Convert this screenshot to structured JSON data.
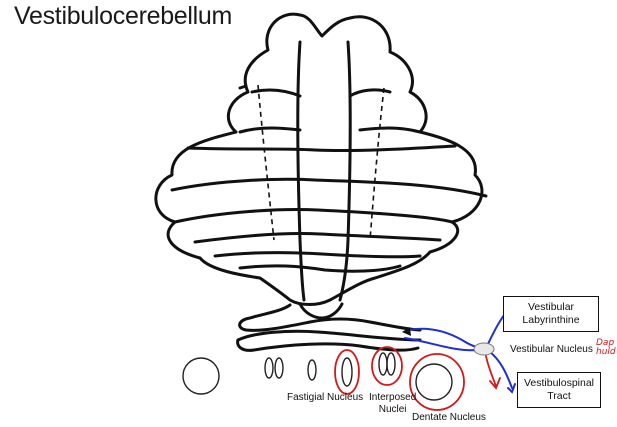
{
  "title": "Vestibulocerebellum",
  "boxes": {
    "vestibular_labyrinthine": [
      "Vestibular",
      "Labyrinthine"
    ],
    "vestibulospinal_tract": [
      "Vestibulospinal",
      "Tract"
    ]
  },
  "labels": {
    "vestibular_nucleus": "Vestibular Nucleus",
    "fastigial_nucleus": "Fastigial Nucleus",
    "interposed_nuclei": [
      "Interposed",
      "Nuclei"
    ],
    "dentate_nucleus": "Dentate Nucleus"
  },
  "annotations": {
    "red_note": [
      "Dap",
      "huld"
    ]
  },
  "colors": {
    "outline": "#111111",
    "blue_pathway": "#1f2fd6",
    "red_pathway": "#d41818"
  }
}
